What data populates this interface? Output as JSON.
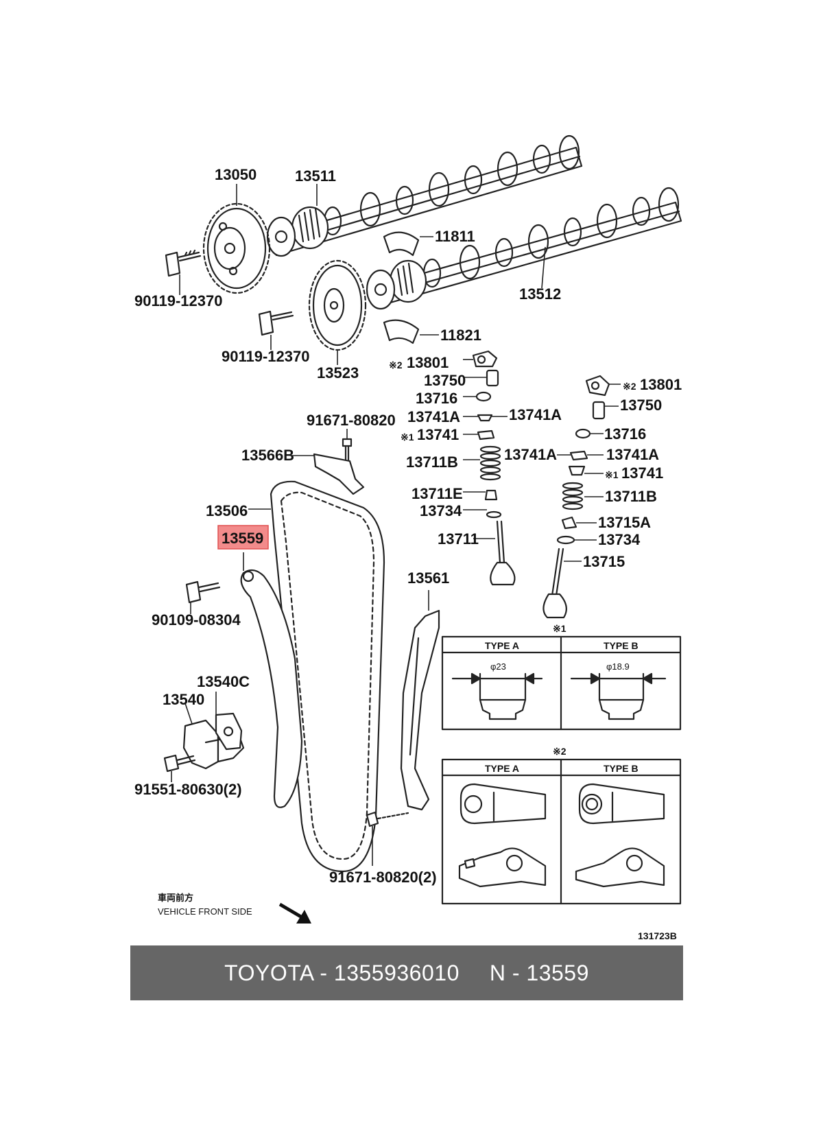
{
  "labels": {
    "p13050": "13050",
    "p13511": "13511",
    "p11811": "11811",
    "p13512": "13512",
    "p90119a": "90119-12370",
    "p90119b": "90119-12370",
    "p13523": "13523",
    "p11821": "11821",
    "p13801a": "13801",
    "p13750a": "13750",
    "p13716a": "13716",
    "p13741Aa": "13741A",
    "p13741Ab": "13741A",
    "p13741a": "13741",
    "p13711Ba": "13711B",
    "p13711E": "13711E",
    "p13734a": "13734",
    "p13711": "13711",
    "p13801b": "13801",
    "p13750b": "13750",
    "p13716b": "13716",
    "p13741Ac": "13741A",
    "p13741Ad": "13741A",
    "p13741b": "13741",
    "p13711Bb": "13711B",
    "p13715A": "13715A",
    "p13734b": "13734",
    "p13715": "13715",
    "p91671a": "91671-80820",
    "p13566B": "13566B",
    "p13506": "13506",
    "p13559": "13559",
    "p90109": "90109-08304",
    "p13561": "13561",
    "p13540C": "13540C",
    "p13540": "13540",
    "p91551": "91551-80630(2)",
    "p91671b": "91671-80820(2)"
  },
  "marks": {
    "m1": "※1",
    "m2": "※2"
  },
  "table1": {
    "title": "※1",
    "typeA": "TYPE A",
    "typeB": "TYPE B",
    "dimA": "φ23",
    "dimB": "φ18.9"
  },
  "table2": {
    "title": "※2",
    "typeA": "TYPE A",
    "typeB": "TYPE B"
  },
  "vehicle_front": {
    "jp": "車両前方",
    "en": "VEHICLE FRONT SIDE"
  },
  "figure_id": "131723B",
  "highlight_color": "#f28b8b",
  "footer": {
    "brand_part": "TOYOTA - 1355936010",
    "ref": "N - 13559"
  }
}
